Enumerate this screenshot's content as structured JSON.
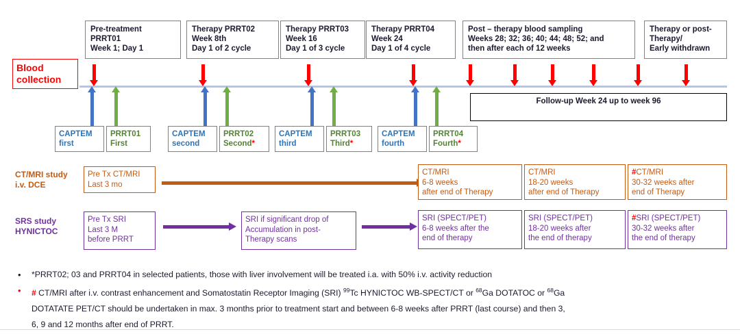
{
  "blood_collection": {
    "line1": "Blood",
    "line2": "collection"
  },
  "timepoint_boxes": [
    {
      "name": "pre-treatment",
      "lines": [
        "Pre-treatment",
        "PRRT01",
        "Week 1; Day 1"
      ]
    },
    {
      "name": "therapy-prrt02",
      "lines": [
        "Therapy PRRT02",
        "Week 8th",
        "Day 1 of 2 cycle"
      ]
    },
    {
      "name": "therapy-prrt03",
      "lines": [
        "Therapy PRRT03",
        "Week 16",
        "Day 1 of 3 cycle"
      ]
    },
    {
      "name": "therapy-prrt04",
      "lines": [
        "Therapy PRRT04",
        "Week 24",
        "Day 1 of 4 cycle"
      ]
    },
    {
      "name": "post-therapy-sampling",
      "lines": [
        "Post – therapy blood sampling",
        "Weeks 28; 32; 36; 40; 44; 48; 52; and",
        "then after each of 12 weeks"
      ]
    },
    {
      "name": "early-withdrawn",
      "lines": [
        "Therapy or post-",
        "Therapy/",
        "Early withdrawn"
      ]
    }
  ],
  "treatment_boxes": [
    {
      "name": "captem-first",
      "color": "blue",
      "line1": "CAPTEM",
      "line2": "first",
      "asterisk": false
    },
    {
      "name": "prrt01-first",
      "color": "green",
      "line1": "PRRT01",
      "line2": "First",
      "asterisk": false
    },
    {
      "name": "captem-second",
      "color": "blue",
      "line1": "CAPTEM",
      "line2": "second",
      "asterisk": false
    },
    {
      "name": "prrt02-second",
      "color": "green",
      "line1": "PRRT02",
      "line2": "Second",
      "asterisk": true
    },
    {
      "name": "captem-third",
      "color": "blue",
      "line1": "CAPTEM",
      "line2": "third",
      "asterisk": false
    },
    {
      "name": "prrt03-third",
      "color": "green",
      "line1": "PRRT03",
      "line2": "Third",
      "asterisk": true
    },
    {
      "name": "captem-fourth",
      "color": "blue",
      "line1": "CAPTEM",
      "line2": "fourth",
      "asterisk": false
    },
    {
      "name": "prrt04-fourth",
      "color": "green",
      "line1": "PRRT04",
      "line2": "Fourth",
      "asterisk": true
    }
  ],
  "followup": {
    "line1": "Follow-up",
    "line2": "Week 24 up to week 96"
  },
  "ctmri_row": {
    "label_line1": "CT/MRI study",
    "label_line2": "i.v. DCE",
    "pre_box": [
      "Pre Tx CT/MRI",
      "Last 3 mo"
    ],
    "post_boxes": [
      {
        "name": "ctmri-6-8-weeks",
        "hash": "",
        "lines": [
          "CT/MRI",
          "6-8 weeks",
          "after end of Therapy"
        ]
      },
      {
        "name": "ctmri-18-20-weeks",
        "hash": "",
        "lines": [
          "CT/MRI",
          "18-20 weeks",
          "after end of Therapy"
        ]
      },
      {
        "name": "ctmri-30-32-weeks",
        "hash": "#",
        "lines": [
          "CT/MRI",
          "30-32 weeks after",
          "end of Therapy"
        ]
      }
    ]
  },
  "srs_row": {
    "label_line1": "SRS study",
    "label_line2": "HYNICTOC",
    "pre_box": [
      "Pre Tx SRI",
      "Last 3 M",
      "before PRRT"
    ],
    "mid_box": [
      "SRI if significant drop of",
      "Accumulation in post-",
      "Therapy scans"
    ],
    "post_boxes": [
      {
        "name": "sri-6-8-weeks",
        "hash": "",
        "lines": [
          "SRI (SPECT/PET)",
          " 6-8 weeks after the",
          "end of therapy"
        ]
      },
      {
        "name": "sri-18-20-weeks",
        "hash": "",
        "lines": [
          "SRI (SPECT/PET)",
          "18-20 weeks after",
          "the end of therapy"
        ]
      },
      {
        "name": "sri-30-32-weeks",
        "hash": "#",
        "lines": [
          "SRI (SPECT/PET)",
          "30-32 weeks  after",
          "the end of therapy"
        ]
      }
    ]
  },
  "footnotes": {
    "note1_text": "*PRRT02; 03 and PRRT04 in selected patients, those with liver involvement will be treated i.a. with 50% i.v. activity reduction",
    "note2_hash": "# ",
    "note2_part1": "CT/MRI after i.v. contrast enhancement and Somatostatin Receptor Imaging (SRI) ",
    "note2_sup1": "99",
    "note2_part2": "Tc HYNICTOC WB-SPECT/CT or ",
    "note2_sup2": "68",
    "note2_part3": "Ga DOTATOC or ",
    "note2_sup3": "68",
    "note2_part4": "Ga",
    "note2_line2": "DOTATATE PET/CT should be undertaken in max. 3 months prior to treatment start and between 6-8 weeks after PRRT (last course) and then 3,",
    "note2_line3": "6, 9 and 12 months after end of PRRT."
  },
  "colors": {
    "red": "#ff0000",
    "blue": "#4472c4",
    "green": "#70ad47",
    "orange": "#c55a11",
    "purple": "#7030a0",
    "timeline": "#b3c6e7"
  }
}
